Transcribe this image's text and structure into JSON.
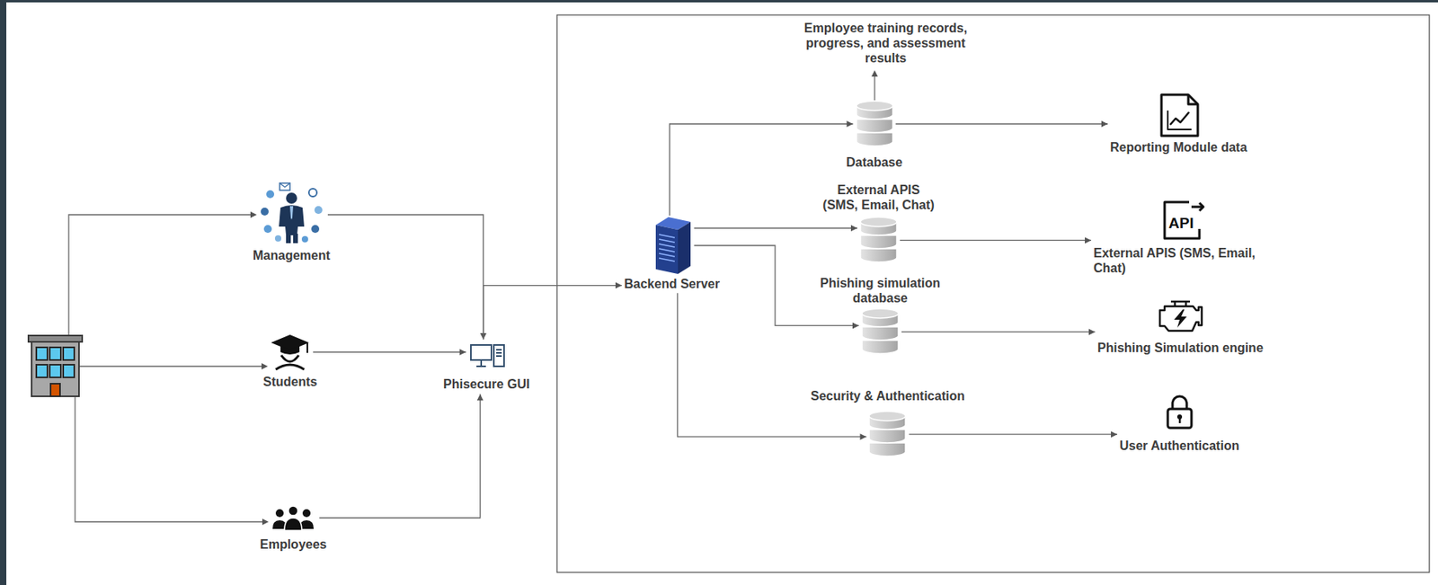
{
  "diagram": {
    "nodes": [
      {
        "text": [
          "Management"
        ]
      },
      {
        "text": [
          "Students"
        ]
      },
      {
        "text": [
          "Employees"
        ]
      },
      {
        "text": [
          "Phisecure GUI"
        ]
      },
      {
        "text": [
          "Backend Server"
        ]
      },
      {
        "text": [
          "Database"
        ]
      },
      {
        "text": [
          "External APIS (SMS, Email, Chat)"
        ]
      },
      {
        "text": [
          "Phishing simulation database"
        ]
      },
      {
        "text": [
          "Security & Authentication"
        ]
      },
      {
        "text": [
          "Reporting Module data"
        ]
      },
      {
        "text": [
          "External APIS (SMS, Email, Chat)"
        ]
      },
      {
        "text": [
          "Phishing Simulation engine"
        ]
      },
      {
        "text": [
          "User Authentication"
        ]
      }
    ],
    "edges": [
      {
        "from": 0,
        "to": 3,
        "arrow": "to"
      },
      {
        "from": 1,
        "to": 3,
        "arrow": "to"
      },
      {
        "from": 2,
        "to": 3,
        "arrow": "to"
      },
      {
        "from": 3,
        "to": 4,
        "arrow": "to"
      },
      {
        "from": 4,
        "to": 5,
        "arrow": "to"
      },
      {
        "from": 4,
        "to": 6,
        "arrow": "to"
      },
      {
        "from": 4,
        "to": 7,
        "arrow": "to"
      },
      {
        "from": 4,
        "to": 8,
        "arrow": "to"
      },
      {
        "from": 5,
        "to": 9,
        "arrow": "to"
      },
      {
        "from": 6,
        "to": 10,
        "arrow": "to"
      },
      {
        "from": 7,
        "to": 11,
        "arrow": "to"
      },
      {
        "from": 8,
        "to": 12,
        "arrow": "to"
      }
    ],
    "labels": [
      "Employee training records, progress, and assessment results",
      "API"
    ]
  }
}
